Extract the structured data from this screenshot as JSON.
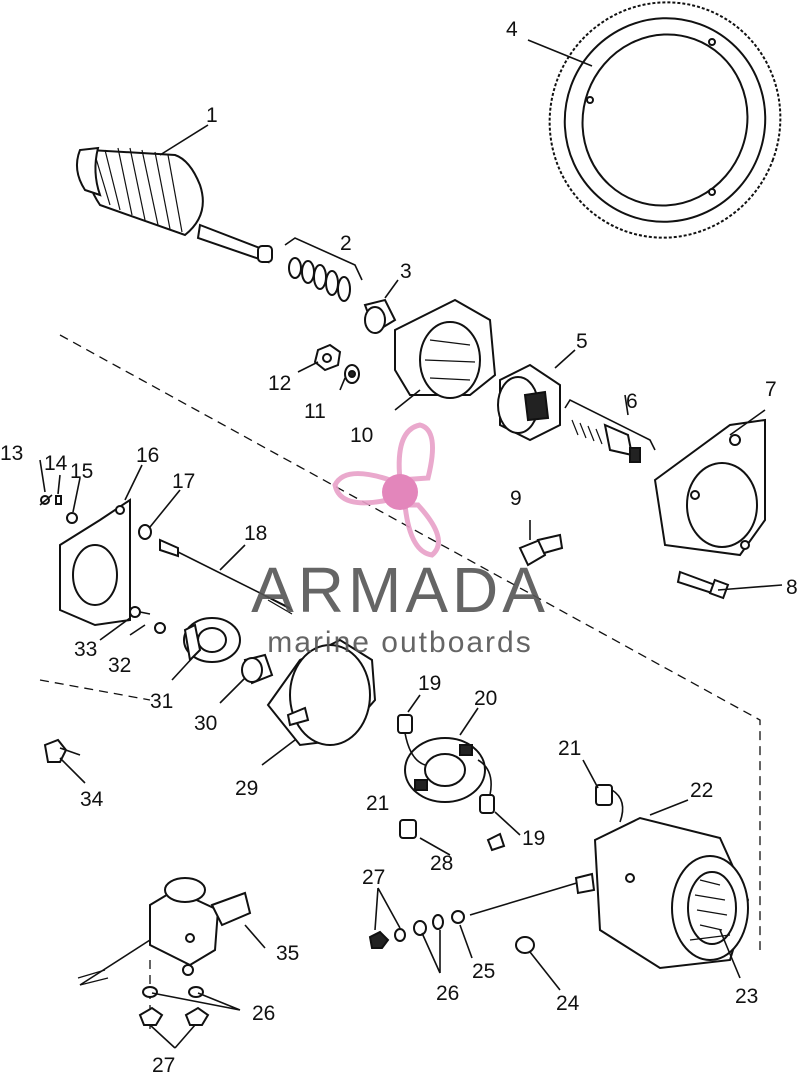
{
  "diagram": {
    "callouts": [
      {
        "id": "1",
        "label": "1"
      },
      {
        "id": "2",
        "label": "2"
      },
      {
        "id": "3",
        "label": "3"
      },
      {
        "id": "4",
        "label": "4"
      },
      {
        "id": "5",
        "label": "5"
      },
      {
        "id": "6",
        "label": "6"
      },
      {
        "id": "7",
        "label": "7"
      },
      {
        "id": "8",
        "label": "8"
      },
      {
        "id": "9",
        "label": "9"
      },
      {
        "id": "10",
        "label": "10"
      },
      {
        "id": "11",
        "label": "11"
      },
      {
        "id": "12",
        "label": "12"
      },
      {
        "id": "13",
        "label": "13"
      },
      {
        "id": "14",
        "label": "14"
      },
      {
        "id": "15",
        "label": "15"
      },
      {
        "id": "16",
        "label": "16"
      },
      {
        "id": "17",
        "label": "17"
      },
      {
        "id": "18",
        "label": "18"
      },
      {
        "id": "19a",
        "label": "19"
      },
      {
        "id": "19b",
        "label": "19"
      },
      {
        "id": "20",
        "label": "20"
      },
      {
        "id": "21a",
        "label": "21"
      },
      {
        "id": "21b",
        "label": "21"
      },
      {
        "id": "22",
        "label": "22"
      },
      {
        "id": "23",
        "label": "23"
      },
      {
        "id": "24",
        "label": "24"
      },
      {
        "id": "25",
        "label": "25"
      },
      {
        "id": "26a",
        "label": "26"
      },
      {
        "id": "26b",
        "label": "26"
      },
      {
        "id": "27a",
        "label": "27"
      },
      {
        "id": "27b",
        "label": "27"
      },
      {
        "id": "28",
        "label": "28"
      },
      {
        "id": "29",
        "label": "29"
      },
      {
        "id": "30",
        "label": "30"
      },
      {
        "id": "31",
        "label": "31"
      },
      {
        "id": "32",
        "label": "32"
      },
      {
        "id": "33",
        "label": "33"
      },
      {
        "id": "34",
        "label": "34"
      },
      {
        "id": "35",
        "label": "35"
      }
    ]
  },
  "watermark": {
    "brand": "ARMADA",
    "tagline": "marine outboards",
    "logo_icon": "propeller-logo-icon",
    "logo_color": "#e8a0c8",
    "logo_hub_color": "#e07ab4"
  }
}
